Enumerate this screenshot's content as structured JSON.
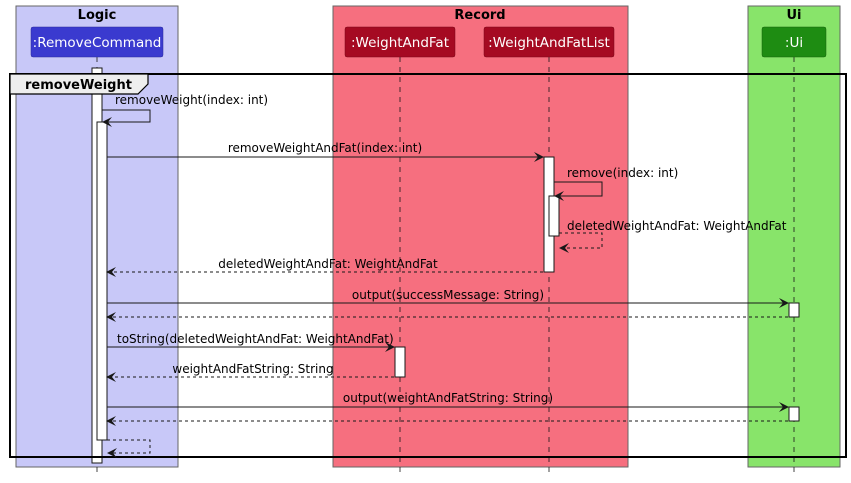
{
  "colors": {
    "logic_group_bg": "#C8C8F8",
    "record_group_bg": "#F66F7F",
    "ui_group_bg": "#88E46A",
    "remove_command_box": "#3A3ACF",
    "record_box": "#A50A22",
    "ui_box": "#1E8C12",
    "participant_text": "#FFFFFF"
  },
  "groups": {
    "logic": {
      "title": "Logic"
    },
    "record": {
      "title": "Record"
    },
    "ui": {
      "title": "Ui"
    }
  },
  "participants": {
    "remove_command": {
      "label": ":RemoveCommand"
    },
    "weight_and_fat": {
      "label": ":WeightAndFat"
    },
    "weight_and_fat_list": {
      "label": ":WeightAndFatList"
    },
    "ui": {
      "label": ":Ui"
    }
  },
  "frame": {
    "label": "removeWeight"
  },
  "messages": [
    {
      "id": "m1",
      "text": "removeWeight(index: int)",
      "style": "sync",
      "from": "remove_command",
      "to": "remove_command"
    },
    {
      "id": "m2",
      "text": "removeWeightAndFat(index: int)",
      "style": "sync",
      "from": "remove_command",
      "to": "weight_and_fat_list"
    },
    {
      "id": "m3",
      "text": "remove(index: int)",
      "style": "sync",
      "from": "weight_and_fat_list",
      "to": "weight_and_fat_list"
    },
    {
      "id": "m4",
      "text": "deletedWeightAndFat: WeightAndFat",
      "style": "return",
      "from": "weight_and_fat_list",
      "to": "weight_and_fat_list"
    },
    {
      "id": "m5",
      "text": "deletedWeightAndFat: WeightAndFat",
      "style": "return",
      "from": "weight_and_fat_list",
      "to": "remove_command"
    },
    {
      "id": "m6",
      "text": "output(successMessage: String)",
      "style": "sync",
      "from": "remove_command",
      "to": "ui"
    },
    {
      "id": "m7",
      "text": "",
      "style": "return",
      "from": "ui",
      "to": "remove_command"
    },
    {
      "id": "m8",
      "text": "toString(deletedWeightAndFat: WeightAndFat)",
      "style": "sync",
      "from": "remove_command",
      "to": "weight_and_fat"
    },
    {
      "id": "m9",
      "text": "weightAndFatString: String",
      "style": "return",
      "from": "weight_and_fat",
      "to": "remove_command"
    },
    {
      "id": "m10",
      "text": "output(weightAndFatString: String)",
      "style": "sync",
      "from": "remove_command",
      "to": "ui"
    },
    {
      "id": "m11",
      "text": "",
      "style": "return",
      "from": "ui",
      "to": "remove_command"
    },
    {
      "id": "m12",
      "text": "",
      "style": "return",
      "from": "remove_command",
      "to": "remove_command"
    }
  ]
}
